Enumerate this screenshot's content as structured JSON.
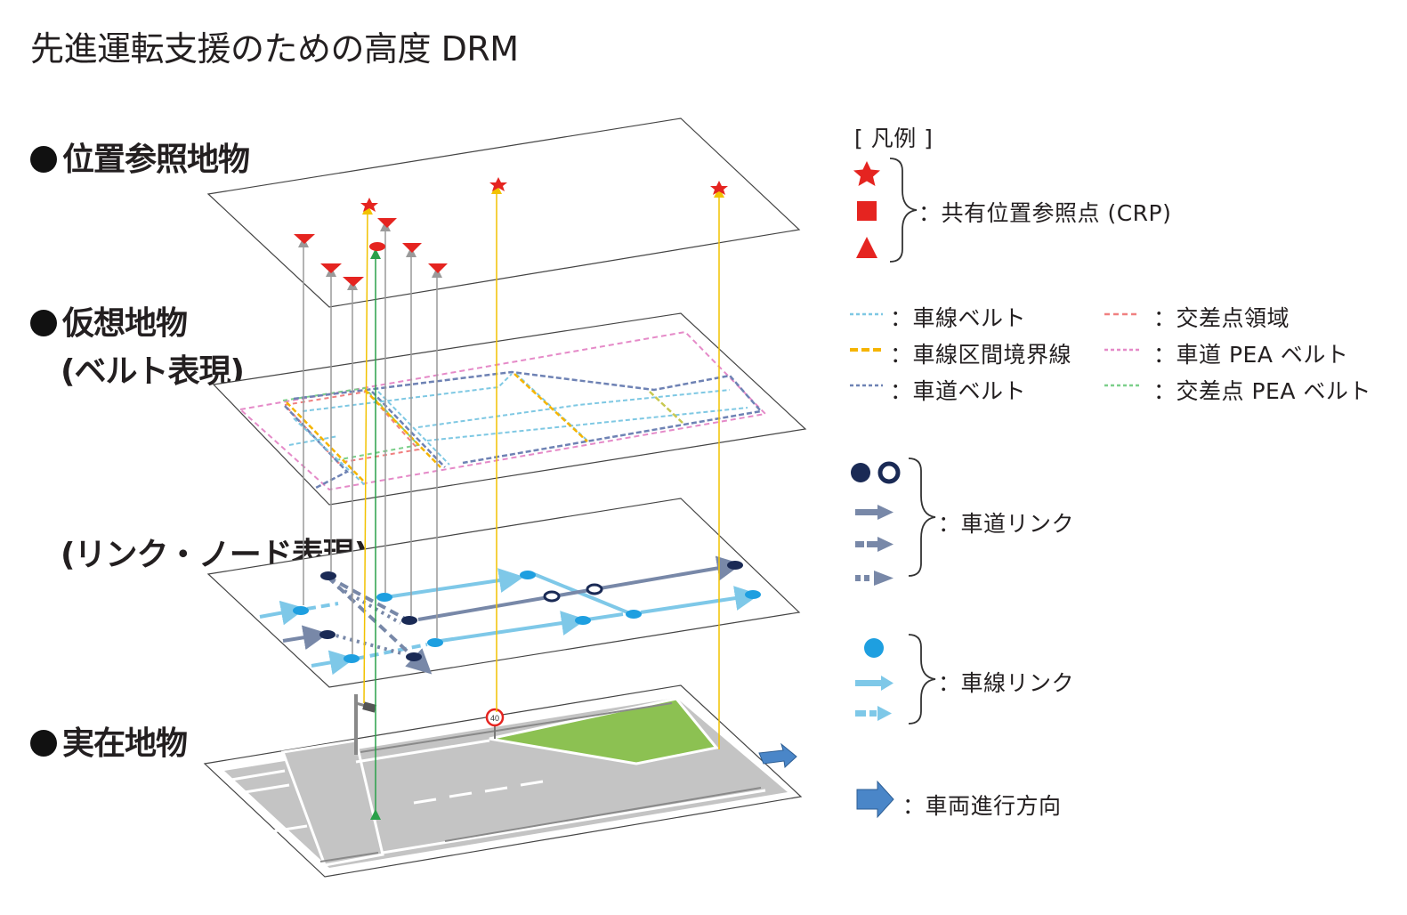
{
  "title": "先進運転支援のための高度 DRM",
  "layers": {
    "reference": "位置参照地物",
    "virtual_line1": "仮想地物",
    "virtual_line2": "(ベルト表現)",
    "link_node": "(リンク・ノード表現)",
    "real": "実在地物"
  },
  "legend": {
    "header": "[ 凡例 ]",
    "crp": "：共有位置参照点 (CRP)",
    "lane_belt": "：車線ベルト",
    "lane_boundary": "：車線区間境界線",
    "road_belt": "：車道ベルト",
    "intersection_area": "：交差点領域",
    "road_pea_belt": "：車道 PEA ベルト",
    "intersection_pea_belt": "：交差点 PEA ベルト",
    "road_link": "：車道リンク",
    "lane_link": "：車線リンク",
    "vehicle_direction": "：車両進行方向"
  },
  "sign_text": "40",
  "colors": {
    "crp_red": "#e52420",
    "lane_belt": "#7ec8e3",
    "lane_boundary": "#f5b400",
    "road_belt": "#6e82b4",
    "intersection_area": "#f08080",
    "road_pea_belt": "#e58ac8",
    "intersection_pea_belt": "#7ccf8a",
    "road_link": "#7888a8",
    "lane_link": "#7ec8e8",
    "lane_node": "#1e9fe0",
    "road_node": "#1a2a55",
    "green_area": "#8cc152",
    "road_gray": "#c4c4c4",
    "direction_arrow": "#4a86c8"
  }
}
